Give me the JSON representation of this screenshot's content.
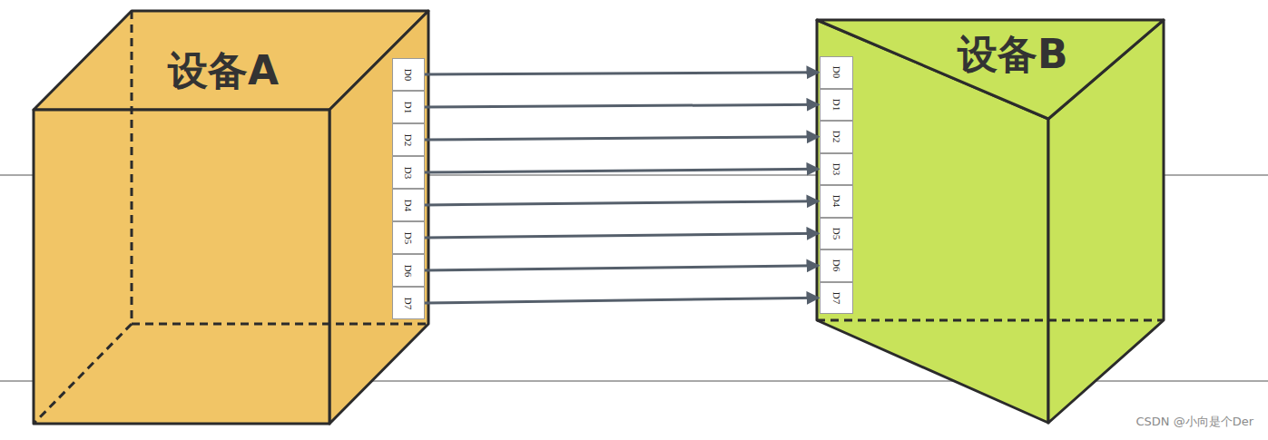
{
  "diagram": {
    "nodes": [
      {
        "text": [
          "设备A"
        ]
      },
      {
        "text": [
          "D0"
        ],
        "in": 0
      },
      {
        "text": [
          "D1"
        ],
        "in": 0
      },
      {
        "text": [
          "D2"
        ],
        "in": 0
      },
      {
        "text": [
          "D3"
        ],
        "in": 0
      },
      {
        "text": [
          "D4"
        ],
        "in": 0
      },
      {
        "text": [
          "D5"
        ],
        "in": 0
      },
      {
        "text": [
          "D6"
        ],
        "in": 0
      },
      {
        "text": [
          "D7"
        ],
        "in": 0
      },
      {
        "text": [
          "设备B"
        ]
      },
      {
        "text": [
          "D0"
        ],
        "in": 9
      },
      {
        "text": [
          "D1"
        ],
        "in": 9
      },
      {
        "text": [
          "D2"
        ],
        "in": 9
      },
      {
        "text": [
          "D3"
        ],
        "in": 9
      },
      {
        "text": [
          "D4"
        ],
        "in": 9
      },
      {
        "text": [
          "D5"
        ],
        "in": 9
      },
      {
        "text": [
          "D6"
        ],
        "in": 9
      },
      {
        "text": [
          "D7"
        ],
        "in": 9
      }
    ],
    "edges": [
      {
        "from": 1,
        "to": 10,
        "arrow": "to"
      },
      {
        "from": 2,
        "to": 11,
        "arrow": "to"
      },
      {
        "from": 3,
        "to": 12,
        "arrow": "to"
      },
      {
        "from": 4,
        "to": 13,
        "arrow": "to"
      },
      {
        "from": 5,
        "to": 14,
        "arrow": "to"
      },
      {
        "from": 6,
        "to": 15,
        "arrow": "to"
      },
      {
        "from": 7,
        "to": 16,
        "arrow": "to"
      },
      {
        "from": 8,
        "to": 17,
        "arrow": "to"
      }
    ],
    "labels": [
      "CSDN @小向是个Der"
    ]
  }
}
